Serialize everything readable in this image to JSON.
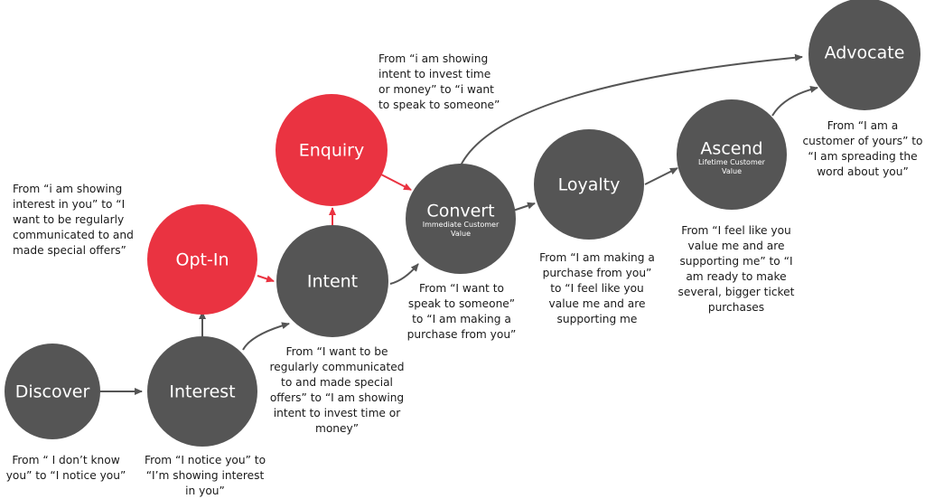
{
  "colors": {
    "stage_dark": "#555555",
    "stage_red": "#ea3341",
    "arrow_dark": "#555555",
    "arrow_red": "#ea3341",
    "text": "#1a1a1a"
  },
  "nodes": {
    "discover": {
      "label": "Discover",
      "subtitle": ""
    },
    "interest": {
      "label": "Interest",
      "subtitle": ""
    },
    "optin": {
      "label": "Opt-In",
      "subtitle": ""
    },
    "intent": {
      "label": "Intent",
      "subtitle": ""
    },
    "enquiry": {
      "label": "Enquiry",
      "subtitle": ""
    },
    "convert": {
      "label": "Convert",
      "subtitle_1": "Immediate Customer",
      "subtitle_2": "Value"
    },
    "loyalty": {
      "label": "Loyalty",
      "subtitle": ""
    },
    "ascend": {
      "label": "Ascend",
      "subtitle_1": "Lifetime Customer",
      "subtitle_2": "Value"
    },
    "advocate": {
      "label": "Advocate",
      "subtitle": ""
    }
  },
  "captions": {
    "discover": "From “ I don’t know\nyou” to “I notice you”",
    "interest": "From “I notice you” to\n“I’m showing interest\nin you”",
    "optin": "From “i am showing\ninterest in you” to “I\nwant to be regularly\ncommunicated to and\nmade special offers”",
    "intent": "From “I want to be\nregularly communicated\nto and made special\noffers” to “I am showing\nintent to invest time or\nmoney”",
    "enquiry": "From “i am showing\nintent to invest time\nor money” to “i want\nto speak to someone”",
    "convert": "From “I want to\nspeak to someone”\nto “I am making a\npurchase from you”",
    "loyalty": "From “I am making a\npurchase from you”\nto “I feel like you\nvalue me and are\nsupporting me",
    "ascend": "From “I feel like you\nvalue me and are\nsupporting me” to “I\nam ready to make\nseveral, bigger ticket\npurchases",
    "advocate": "From “I am a\ncustomer of yours” to\n“I am spreading the\nword about you”"
  }
}
